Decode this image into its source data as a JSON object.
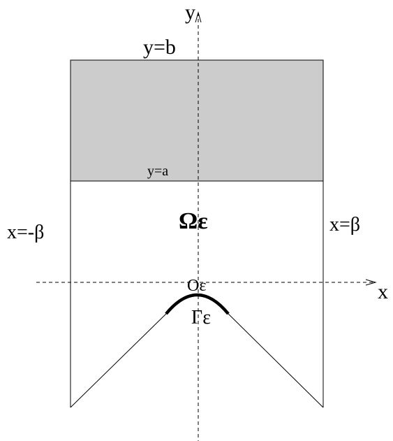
{
  "labels": {
    "y_axis": "y",
    "x_axis": "x",
    "top_line": "y=b",
    "gray_bottom_line": "y=a",
    "left_line": "x=-β",
    "right_line": "x=β",
    "domain": "Ωε",
    "origin": "Oε",
    "arc": "Γε"
  },
  "colors": {
    "shaded_region": "#cccccc",
    "stroke": "#000000"
  }
}
